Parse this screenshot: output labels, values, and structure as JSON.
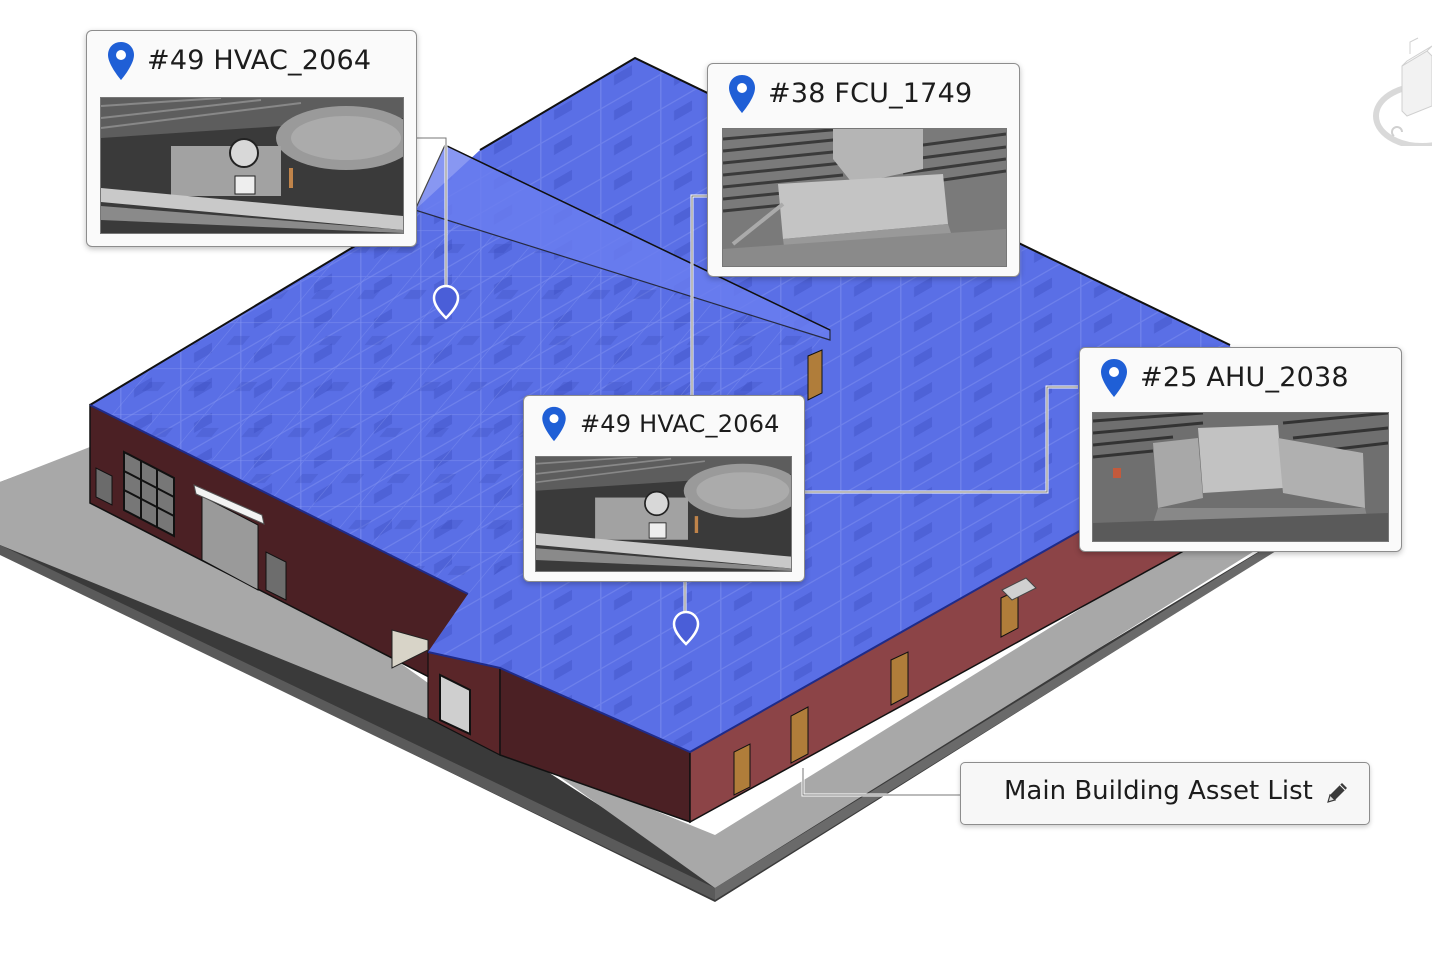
{
  "colors": {
    "roof_blue": "#5a6fe6",
    "roof_blue_dark": "#3e52c8",
    "wall_dark": "#4b2024",
    "wall_light": "#8c4447",
    "ground": "#a4a4a4",
    "pin_blue": "#1f5fd6",
    "door_orange": "#b07d3a"
  },
  "callouts": [
    {
      "id": "callout-hvac-top",
      "number": "#49",
      "asset": "HVAC_2064",
      "label": "#49 HVAC_2064",
      "photo": "pipes-gauge-duct",
      "marker": "pin-marker"
    },
    {
      "id": "callout-fcu",
      "number": "#38",
      "asset": "FCU_1749",
      "label": "#38 FCU_1749",
      "photo": "ceiling-fan-coil-unit",
      "marker": "leader-line"
    },
    {
      "id": "callout-hvac-center",
      "number": "#49",
      "asset": "HVAC_2064",
      "label": "#49 HVAC_2064",
      "photo": "pipes-gauge-duct",
      "marker": "pin-marker"
    },
    {
      "id": "callout-ahu",
      "number": "#25",
      "asset": "AHU_2038",
      "label": "#25 AHU_2038",
      "photo": "air-handling-unit",
      "marker": "leader-line"
    }
  ],
  "asset_list_button": {
    "label": "Main Building Asset List",
    "icon": "pencil-icon"
  },
  "view_cube": {
    "icon": "navigation-cube-icon"
  }
}
